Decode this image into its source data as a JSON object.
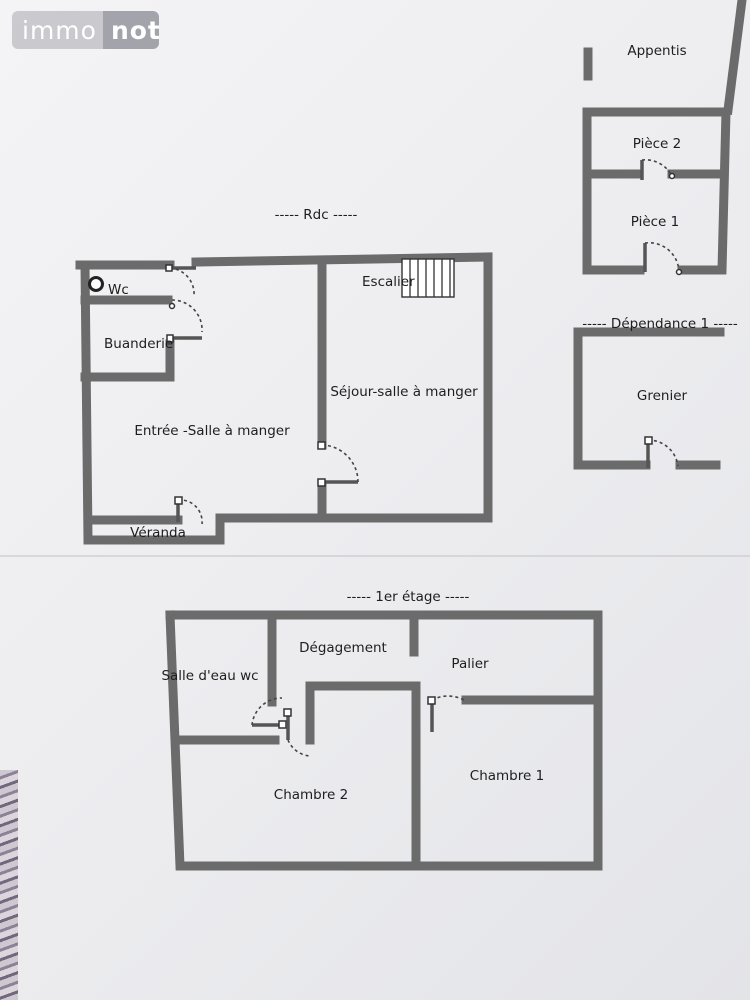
{
  "watermark": {
    "part1": "immo",
    "part2": "not"
  },
  "levels": {
    "rdc": "----- Rdc -----",
    "etage": "----- 1er étage -----",
    "dependance": "----- Dépendance 1 -----"
  },
  "rooms": {
    "wc": "Wc",
    "buanderie": "Buanderie",
    "escalier": "Escalier",
    "sejour": "Séjour-salle à manger",
    "entree": "Entrée -Salle à manger",
    "veranda": "Véranda",
    "appentis": "Appentis",
    "piece2": "Pièce 2",
    "piece1": "Pièce 1",
    "grenier": "Grenier",
    "degagement": "Dégagement",
    "palier": "Palier",
    "salle_eau": "Salle d'eau wc",
    "chambre2": "Chambre 2",
    "chambre1": "Chambre 1"
  },
  "colors": {
    "wall": "#6b6b6b",
    "paper": "#f1f1f3",
    "text": "#1e1e1e"
  }
}
